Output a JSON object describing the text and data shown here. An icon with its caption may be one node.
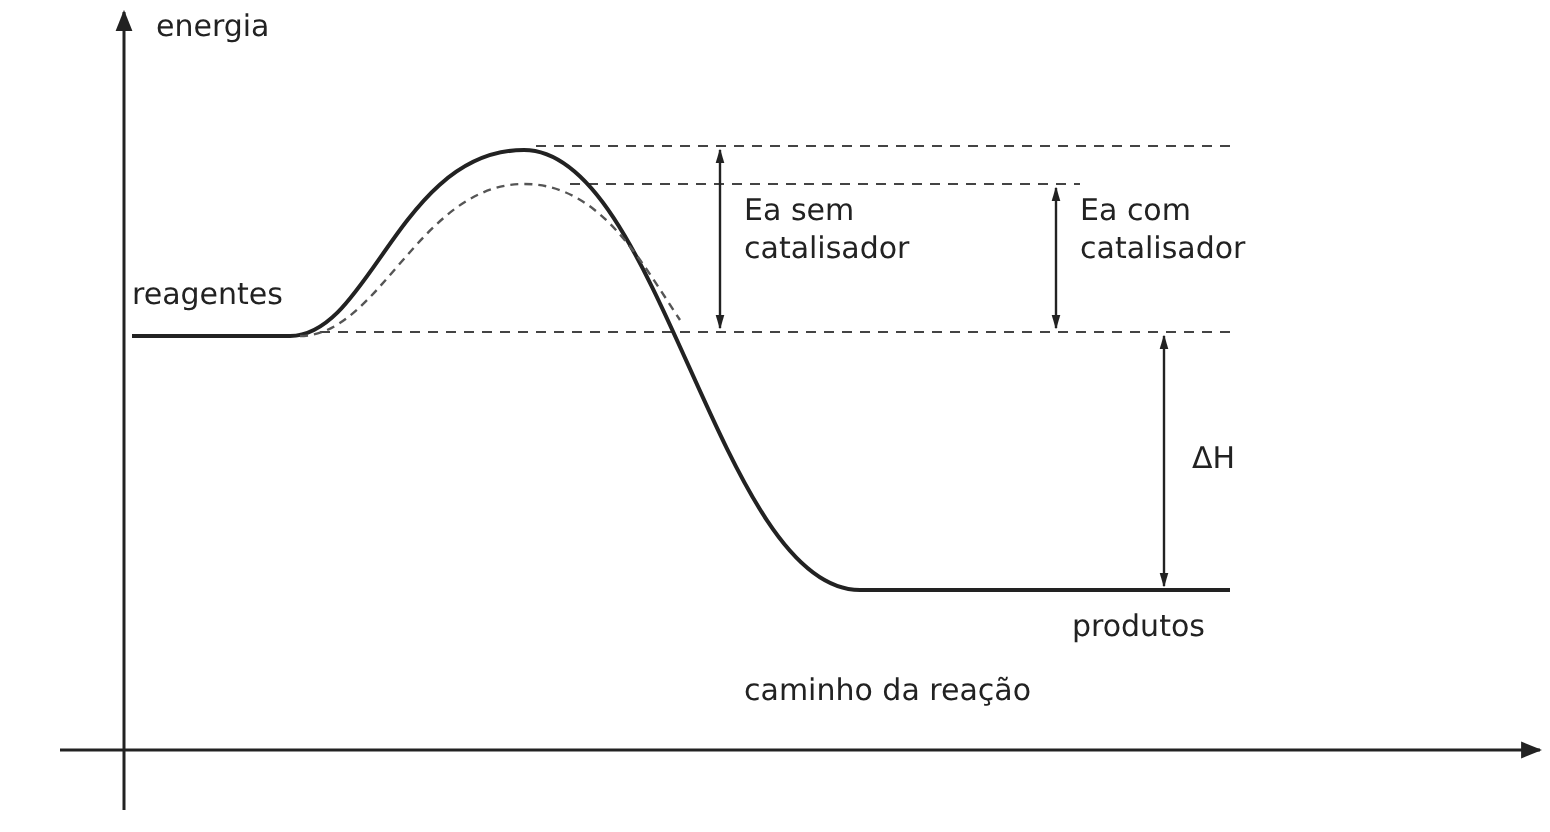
{
  "diagram": {
    "labels": [
      "energia",
      "reagentes",
      "Ea sem catalisador",
      "Ea com catalisador",
      "ΔH",
      "produtos",
      "caminho da reação"
    ]
  }
}
